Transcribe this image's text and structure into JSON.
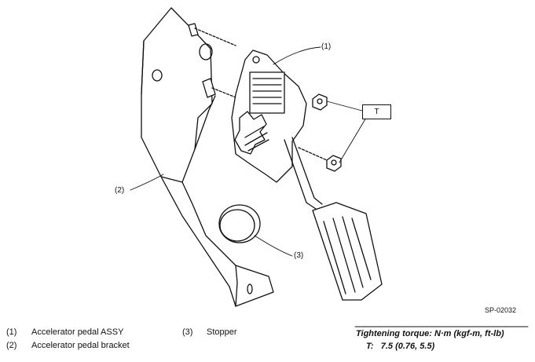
{
  "callouts": {
    "c1": "(1)",
    "c2": "(2)",
    "c3": "(3)",
    "torque_box": "T"
  },
  "figure_code": "SP-02032",
  "legend": [
    {
      "num": "(1)",
      "label": "Accelerator pedal ASSY"
    },
    {
      "num": "(2)",
      "label": "Accelerator pedal bracket"
    },
    {
      "num": "(3)",
      "label": "Stopper"
    }
  ],
  "torque": {
    "title": "Tightening torque: N·m (kgf-m, ft-lb)",
    "value": "T:   7.5 (0.76, 5.5)"
  }
}
